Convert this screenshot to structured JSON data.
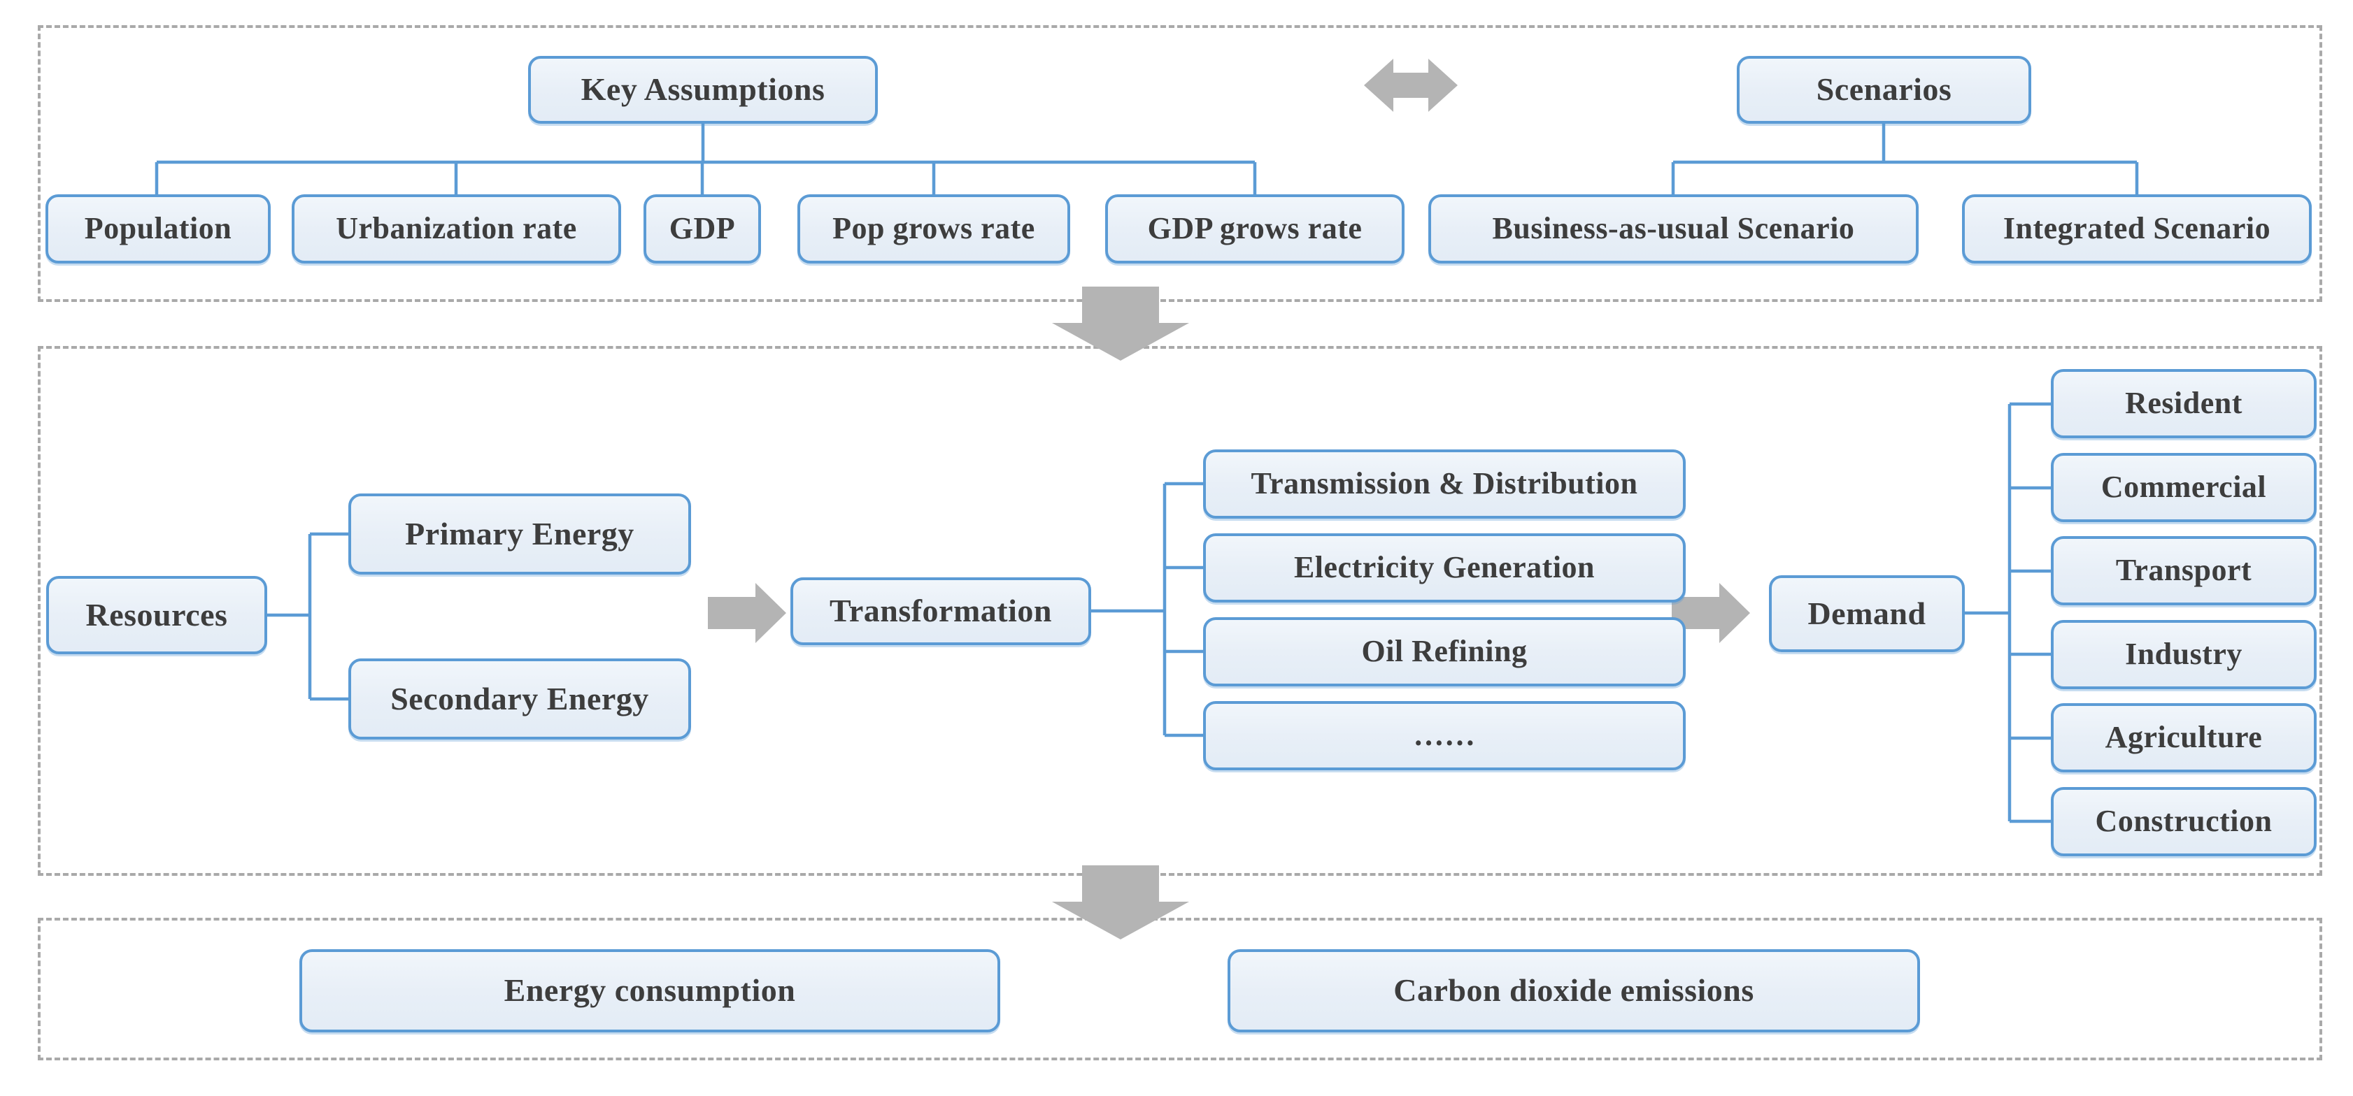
{
  "figure_type": "energy-model-flow-diagram",
  "colors": {
    "box_border": "#5b9bd5",
    "box_fill": "#e8eff7",
    "connector": "#5b9bd5",
    "section_border": "#a9a9a9",
    "arrow": "#b4b4b4",
    "text": "#3d3d3d"
  },
  "top": {
    "title_label": "Key Assumptions",
    "items": [
      "Population",
      "Urbanization rate",
      "GDP",
      "Pop grows rate",
      "GDP grows rate"
    ],
    "scenarios_label": "Scenarios",
    "scenario_items": [
      "Business-as-usual Scenario",
      "Integrated Scenario"
    ]
  },
  "middle": {
    "resources_label": "Resources",
    "resource_items": [
      "Primary Energy",
      "Secondary Energy"
    ],
    "transformation_label": "Transformation",
    "transformation_items": [
      "Transmission & Distribution",
      "Electricity Generation",
      "Oil Refining",
      "……"
    ],
    "demand_label": "Demand",
    "demand_items": [
      "Resident",
      "Commercial",
      "Transport",
      "Industry",
      "Agriculture",
      "Construction"
    ]
  },
  "bottom": {
    "items": [
      "Energy consumption",
      "Carbon dioxide emissions"
    ]
  }
}
